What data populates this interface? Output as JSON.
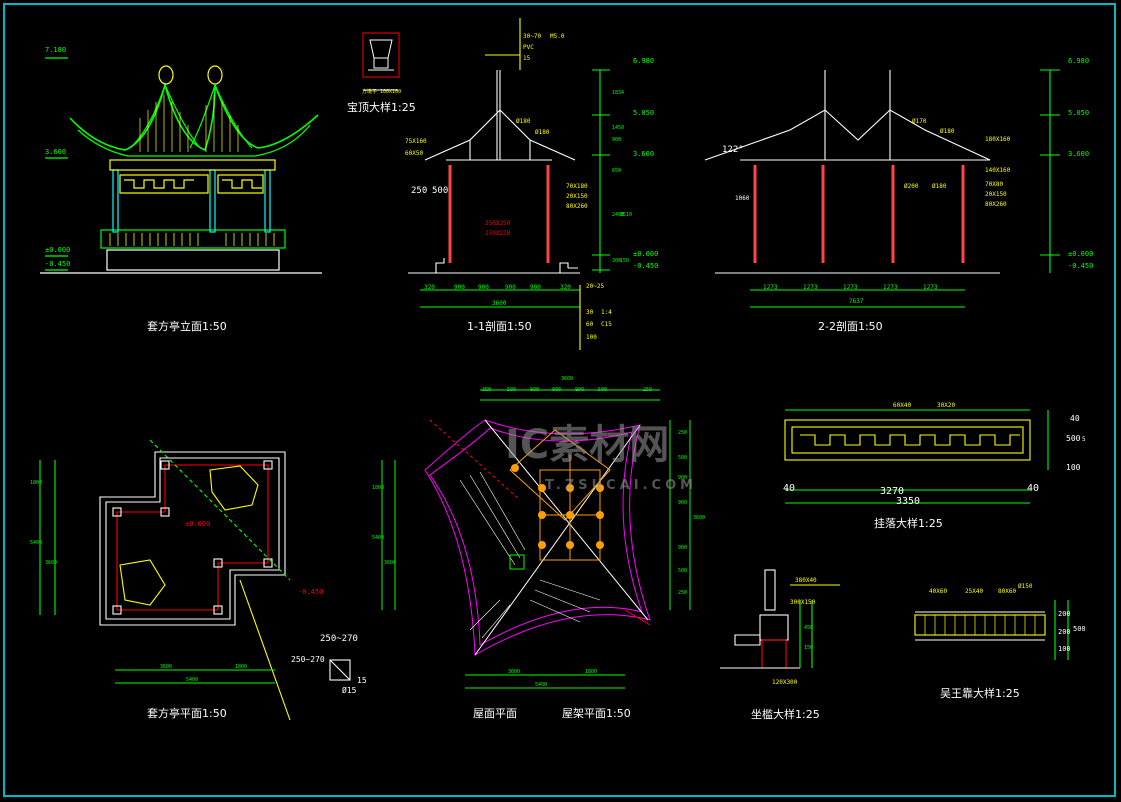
{
  "captions": {
    "elevation": "套方亭立面1:50",
    "finial_detail": "宝顶大样1:25",
    "section_1_1": "1-1剖面1:50",
    "section_2_2": "2-2剖面1:50",
    "plan": "套方亭平面1:50",
    "roof_plan": "屋面平面",
    "roof_frame_plan": "屋架平面1:50",
    "hanging_detail": "挂落大样1:25",
    "seat_rail_detail": "坐槛大样1:25",
    "wuwangkao_detail": "吴王靠大样1:25"
  },
  "levels": {
    "elev_top": "7.180",
    "elev_eave": "3.600",
    "elev_ground": "±0.000",
    "elev_bottom": "-0.450",
    "sec_top": "6.980",
    "sec_mid": "5.050",
    "sec_eave": "3.600",
    "sec_ground": "±0.000",
    "sec_bottom": "-0.450",
    "plan_floor": "±0.000",
    "plan_outer": "-0.450"
  },
  "dims": {
    "s1_bottom": [
      "320",
      "900",
      "900",
      "900",
      "900",
      "320"
    ],
    "s1_total": "3600",
    "s1_left": "250",
    "s1_left2": "500",
    "s1_beam": "250X250",
    "s1_beam2": "270X270",
    "s1_notes": [
      "30~70",
      "M5.0",
      "PVC",
      "15"
    ],
    "s1_layers": [
      "20~25",
      "30",
      "1:4",
      "60",
      "C15",
      "100"
    ],
    "s1_right_vert": [
      "1834",
      "1450",
      "900",
      "650",
      "2400",
      "3510",
      "300",
      "150"
    ],
    "s1_labels": [
      "75X160",
      "60X50",
      "Ø180",
      "Ø180",
      "70X180",
      "20X150",
      "80X260"
    ],
    "s2_bottom": [
      "1273",
      "1273",
      "1273",
      "1273",
      "1273"
    ],
    "s2_total": "7637",
    "s2_angle": "122°",
    "s2_left": "1060",
    "s2_labels": [
      "Ø170",
      "Ø180",
      "180X160",
      "140X160",
      "Ø200",
      "Ø180",
      "70X80",
      "20X150",
      "80X260"
    ],
    "plan_left": [
      "1800",
      "3600",
      "5400"
    ],
    "plan_bottom": [
      "3600",
      "1800",
      "5400"
    ],
    "plan_col": "250~270",
    "plan_col2": "250~270",
    "plan_col3": "15",
    "plan_col4": "Ø15",
    "roof_top": [
      "350",
      "500",
      "900",
      "900",
      "900",
      "500",
      "250"
    ],
    "roof_top_total": "3600",
    "roof_left": [
      "1800",
      "3600",
      "5400"
    ],
    "roof_right": [
      "250",
      "500",
      "900",
      "900",
      "900",
      "500",
      "250"
    ],
    "roof_right_total": "3600",
    "roof_bottom": [
      "3600",
      "1800",
      "5400"
    ],
    "hang_top": [
      "60X40",
      "30X20"
    ],
    "hang_bottom": [
      "40",
      "3270",
      "40",
      "3350"
    ],
    "hang_right": [
      "40",
      "500",
      "5",
      "100"
    ],
    "seat_labels": [
      "380X40",
      "300X150",
      "120X300",
      "450",
      "150"
    ],
    "wwk_labels": [
      "40X60",
      "25X40",
      "80X60",
      "Ø150"
    ],
    "wwk_right": [
      "100",
      "200",
      "200",
      "500"
    ],
    "finial_label": "方墩子 100X100"
  },
  "watermark": {
    "brand": "IC素材网",
    "url": "T.ZSUCAI.COM"
  },
  "colors": {
    "frame": "#00b8c8",
    "green": "#00ff00",
    "yellow": "#ffff00",
    "white": "#ffffff",
    "red": "#ff0000",
    "cyan": "#00ffff",
    "magenta": "#ff00ff",
    "orange": "#ffa000"
  }
}
